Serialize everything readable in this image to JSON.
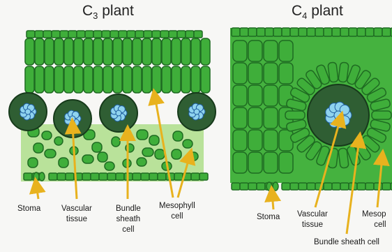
{
  "left_panel": {
    "title_prefix": "C",
    "title_subscript": "3",
    "title_suffix": " plant",
    "labels": {
      "stoma": "Stoma",
      "vascular_line1": "Vascular",
      "vascular_line2": "tissue",
      "bundle_line1": "Bundle",
      "bundle_line2": "sheath",
      "bundle_line3": "cell",
      "mesophyll_line1": "Mesophyll",
      "mesophyll_line2": "cell"
    }
  },
  "right_panel": {
    "title_prefix": "C",
    "title_subscript": "4",
    "title_suffix": " plant",
    "labels": {
      "stoma": "Stoma",
      "vascular_line1": "Vascular",
      "vascular_line2": "tissue",
      "mesophyll_line1": "Mesop",
      "mesophyll_line2": "cell",
      "bundle_sheath": "Bundle sheath cell"
    }
  },
  "colors": {
    "cell_fill": "#3fae3a",
    "cell_stroke": "#1f6b22",
    "light_zone": "#b9e29a",
    "sheath_dark": "#2f5e33",
    "vascular_fill": "#8fd3ee",
    "vascular_stroke": "#1f5e9e",
    "arrow": "#e8b21e"
  }
}
